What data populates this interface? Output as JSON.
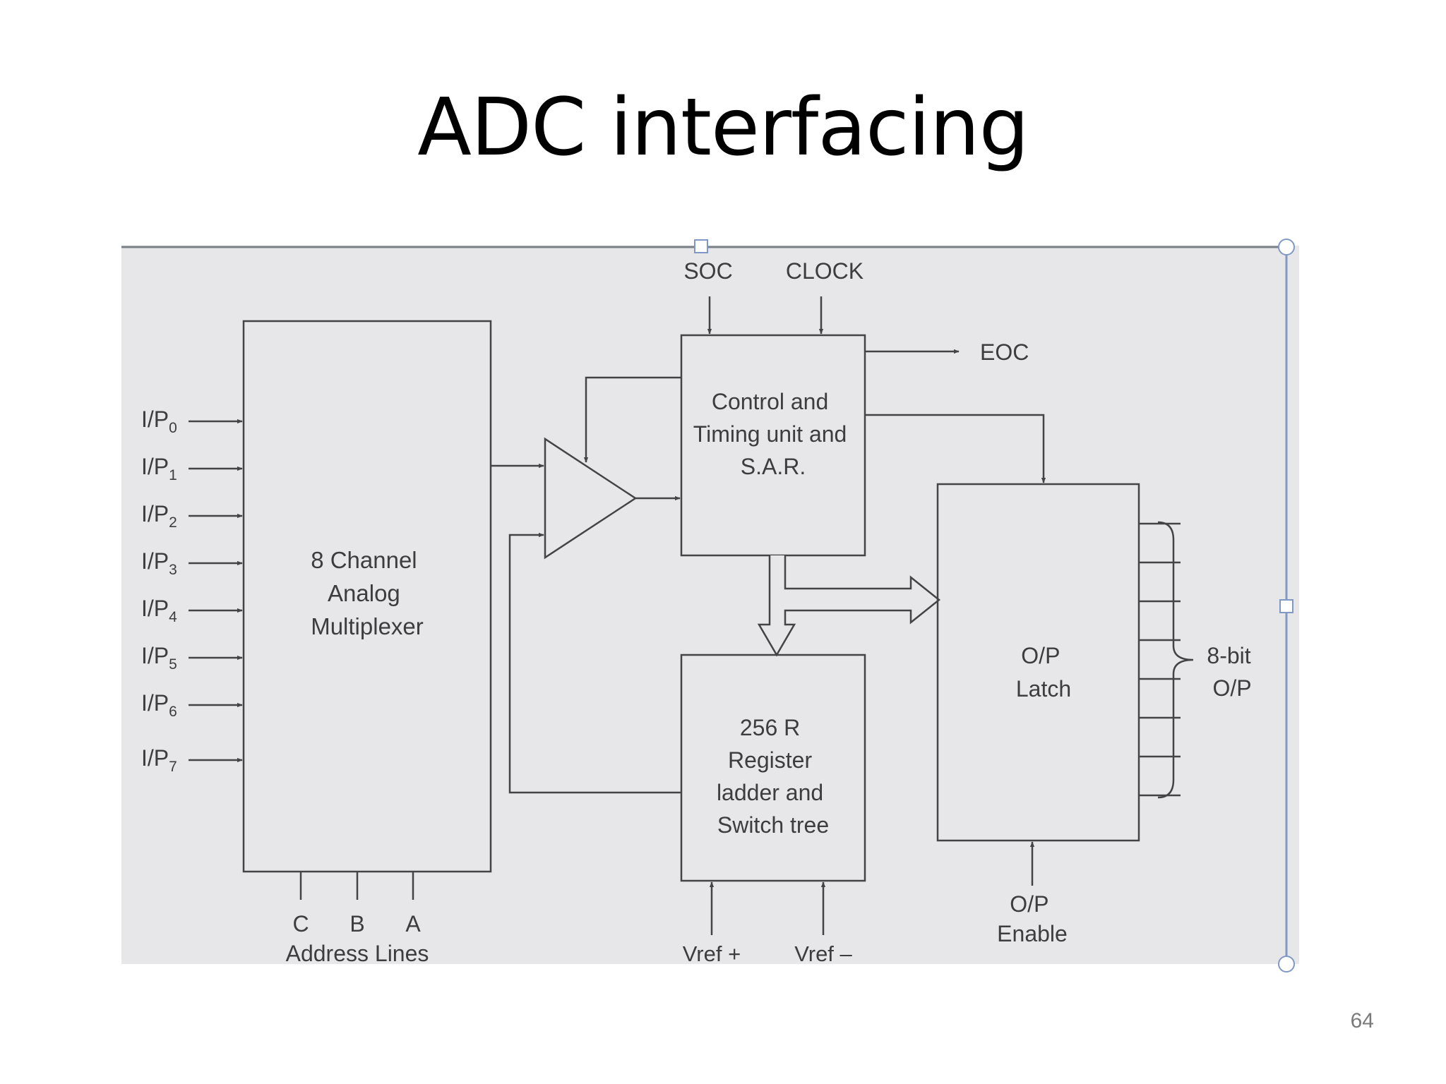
{
  "slide": {
    "title": "ADC interfacing",
    "page_number": "64"
  },
  "diagram": {
    "inputs": [
      "I/P",
      "I/P",
      "I/P",
      "I/P",
      "I/P",
      "I/P",
      "I/P",
      "I/P"
    ],
    "input_subscripts": [
      "0",
      "1",
      "2",
      "3",
      "4",
      "5",
      "6",
      "7"
    ],
    "mux": {
      "lines": [
        "8 Channel",
        "Analog",
        "Multiplexer"
      ]
    },
    "address": {
      "pins": [
        "C",
        "B",
        "A"
      ],
      "label": "Address Lines"
    },
    "control": {
      "lines": [
        "Control and",
        "Timing unit and",
        "S.A.R."
      ]
    },
    "soc": "SOC",
    "clock": "CLOCK",
    "eoc": "EOC",
    "ladder": {
      "lines": [
        "256 R",
        "Register",
        "ladder and",
        "Switch tree"
      ]
    },
    "vref_plus": "Vref +",
    "vref_minus": "Vref –",
    "latch": {
      "lines": [
        "O/P",
        "Latch"
      ]
    },
    "output": {
      "lines": [
        "8-bit",
        "O/P"
      ]
    },
    "enable": {
      "lines": [
        "O/P",
        "Enable"
      ]
    }
  },
  "colors": {
    "panel_background": "#e7e7e9",
    "line": "#444444",
    "text": "#3d3d3d",
    "selection_frame": "#7f99c4"
  }
}
